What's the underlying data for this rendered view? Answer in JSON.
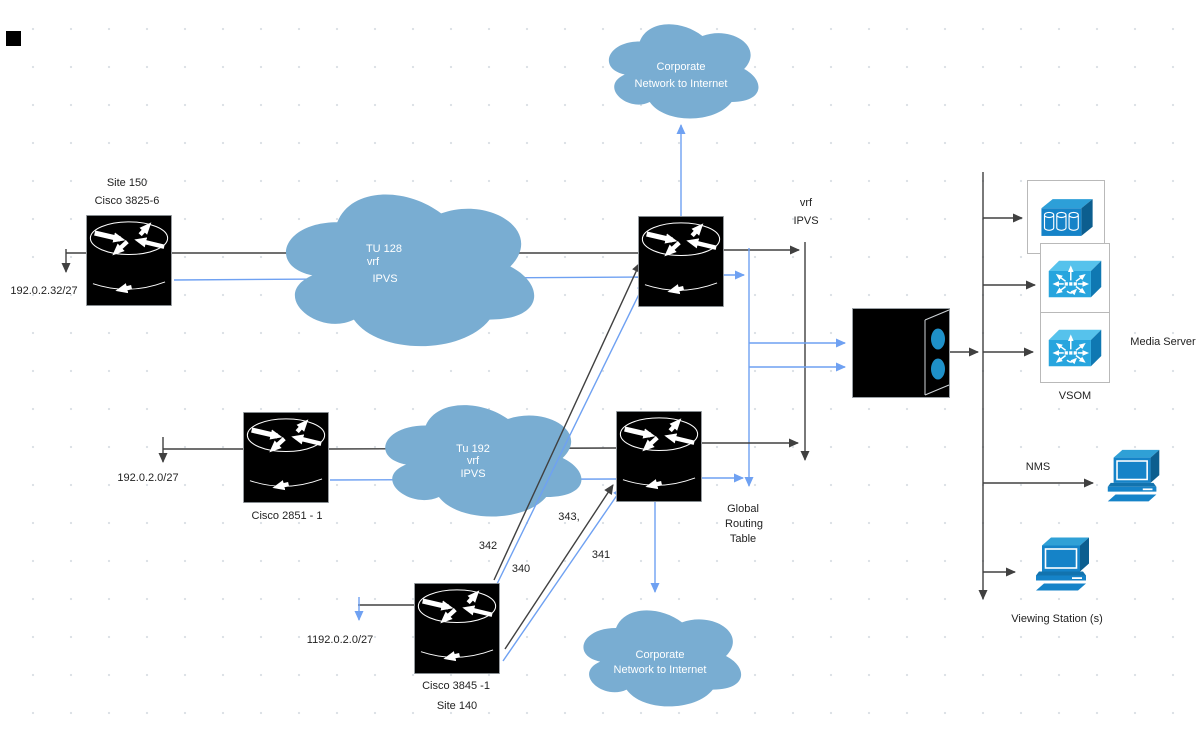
{
  "clouds": {
    "tu128": {
      "l1": "TU 128",
      "l2": "vrf",
      "l3": "IPVS"
    },
    "tu192": {
      "l1": "Tu 192",
      "l2": "vrf",
      "l3": "IPVS"
    },
    "corp_top": {
      "l1": "Corporate",
      "l2": "Network to Internet"
    },
    "corp_bottom": {
      "l1": "Corporate",
      "l2": "Network to Internet"
    }
  },
  "routers": {
    "site150": {
      "l1": "Site 150",
      "l2": "Cisco 3825-6"
    },
    "cisco2851": {
      "label": "Cisco 2851 - 1"
    },
    "cisco3845": {
      "l1": "Cisco 3845 -1",
      "l2": "Site 140"
    }
  },
  "subnets": {
    "site150": "192.0.2.32/27",
    "cisco2851": "192.0.2.0/27",
    "cisco3845": "1192.0.2.0/27"
  },
  "annotations": {
    "vrf_l1": "vrf",
    "vrf_l2": "IPVS",
    "grt_l1": "Global",
    "grt_l2": "Routing",
    "grt_l3": "Table",
    "t342": "342",
    "t340": "340",
    "t343": "343,",
    "t341": "341"
  },
  "right_panel": {
    "media_server": "Media Server",
    "vsom": "VSOM",
    "nms": "NMS",
    "viewing_station": "Viewing Station (s)"
  },
  "colors": {
    "cloud": "#79ADD2",
    "blue_line": "#6FA1F2",
    "black_line": "#404040",
    "cisco_blue": "#1583C8",
    "port_blue": "#1E90C8"
  }
}
